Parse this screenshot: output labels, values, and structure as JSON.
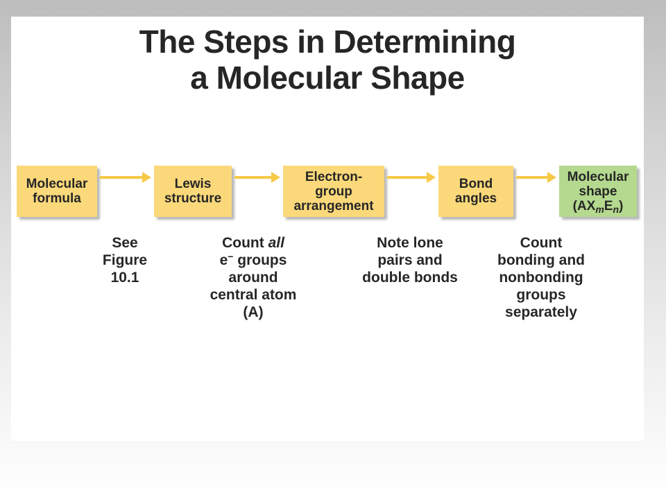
{
  "title": {
    "line1": "The Steps in Determining",
    "line2": "a Molecular Shape"
  },
  "boxes": [
    {
      "lines": [
        "Molecular",
        "formula"
      ]
    },
    {
      "lines": [
        "Lewis",
        "structure"
      ]
    },
    {
      "lines": [
        "Electron-",
        "group",
        "arrangement"
      ]
    },
    {
      "lines": [
        "Bond",
        "angles"
      ]
    },
    {
      "lines": [
        "Molecular",
        "shape"
      ],
      "formula_prefix": "(AX",
      "sub_m": "m",
      "middle": "E",
      "sub_n": "n",
      "formula_suffix": ")"
    }
  ],
  "notes": [
    {
      "lines": [
        "See",
        "Figure",
        "10.1"
      ]
    },
    {
      "line1_prefix": "Count ",
      "line1_emph": "all",
      "e_char": "e",
      "e_sup": "−",
      "line2_suffix": " groups",
      "lines": [
        "around",
        "central atom",
        "(A)"
      ]
    },
    {
      "lines": [
        "Note lone",
        "pairs and",
        "double bonds"
      ]
    },
    {
      "lines": [
        "Count",
        "bonding and",
        "nonbonding",
        "groups",
        "separately"
      ]
    }
  ],
  "colors": {
    "box_yellow": "#fbd97a",
    "box_green": "#b4d98f",
    "arrow": "#f7c948",
    "text": "#262626"
  }
}
